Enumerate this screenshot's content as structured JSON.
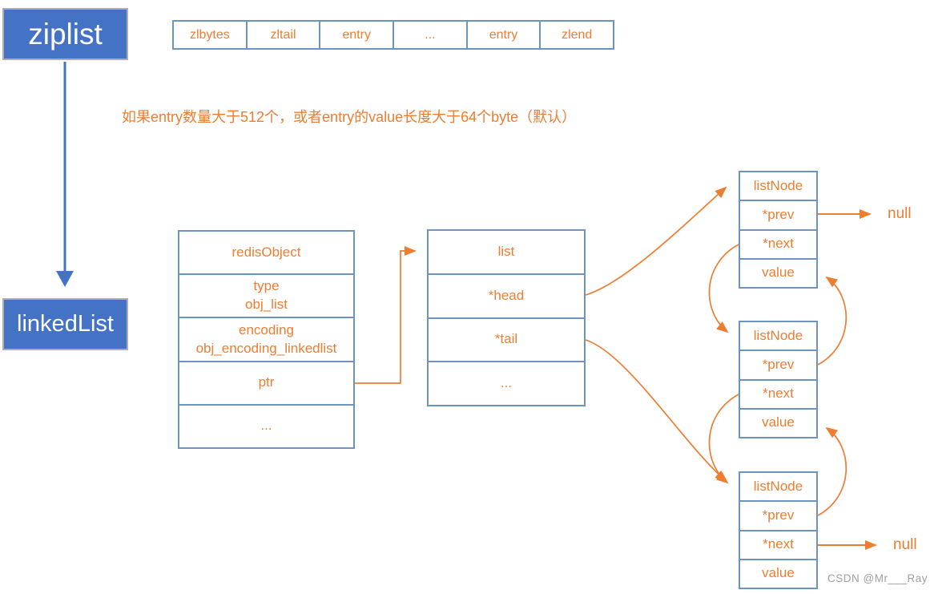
{
  "colors": {
    "accent_blue": "#4472C4",
    "accent_orange": "#ED7D31",
    "table_border": "#6B94BF",
    "box_border": "#ADADAD",
    "watermark": "#9E9E9E"
  },
  "ziplist_box": {
    "label": "ziplist"
  },
  "linkedlist_box": {
    "label": "linkedList"
  },
  "ziplist_row": {
    "cells": [
      "zlbytes",
      "zltail",
      "entry",
      "...",
      "entry",
      "zlend"
    ]
  },
  "note": {
    "text": "如果entry数量大于512个，或者entry的value长度大于64个byte（默认）"
  },
  "redis_object_table": {
    "rows": [
      {
        "lines": [
          "redisObject"
        ]
      },
      {
        "lines": [
          "type",
          "obj_list"
        ]
      },
      {
        "lines": [
          "encoding",
          "obj_encoding_linkedlist"
        ]
      },
      {
        "lines": [
          "ptr"
        ]
      },
      {
        "lines": [
          "..."
        ]
      }
    ]
  },
  "list_table": {
    "rows": [
      "list",
      "*head",
      "*tail",
      "..."
    ]
  },
  "list_nodes": [
    {
      "rows": [
        "listNode",
        "*prev",
        "*next",
        "value"
      ]
    },
    {
      "rows": [
        "listNode",
        "*prev",
        "*next",
        "value"
      ]
    },
    {
      "rows": [
        "listNode",
        "*prev",
        "*next",
        "value"
      ]
    }
  ],
  "null_labels": {
    "top": "null",
    "bottom": "null"
  },
  "watermark": {
    "text": "CSDN @Mr___Ray"
  }
}
